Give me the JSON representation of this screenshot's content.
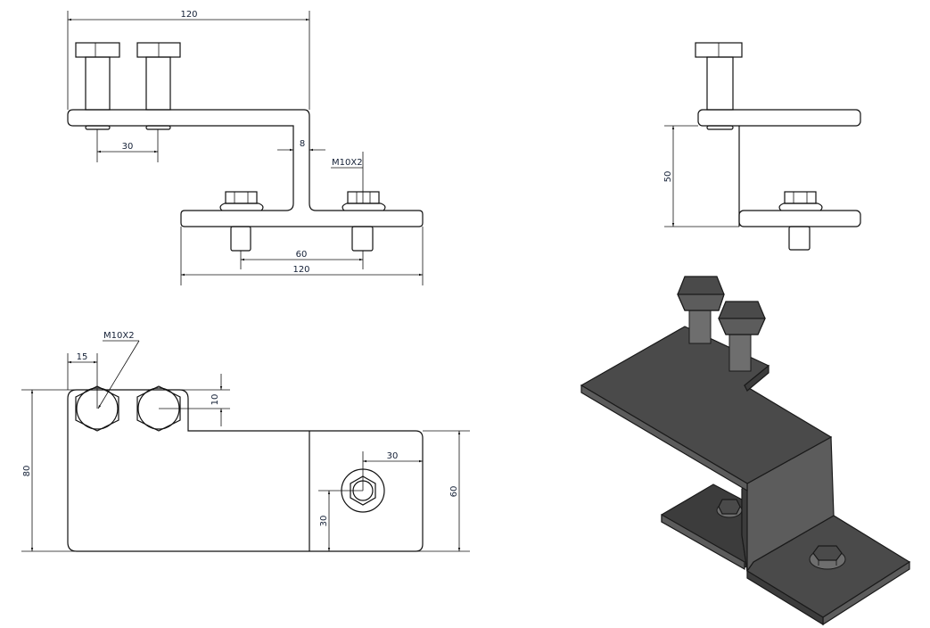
{
  "front_view": {
    "dim_overall_top": "120",
    "dim_bolt_spacing_top": "30",
    "dim_thickness": "8",
    "thread_callout": "M10X2",
    "dim_bolt_spacing_bottom": "60",
    "dim_overall_bottom": "120"
  },
  "side_view": {
    "dim_height": "50"
  },
  "plan_view": {
    "thread_callout": "M10X2",
    "dim_bolt_offset_x": "15",
    "dim_bolt_offset_y": "10",
    "dim_overall_height": "80",
    "dim_lower_height": "60",
    "dim_nut_offset_x": "30",
    "dim_nut_offset_y": "30"
  },
  "colors": {
    "line": "#111111",
    "dim_text": "#142036",
    "render_dark": "#4a4a4a"
  }
}
